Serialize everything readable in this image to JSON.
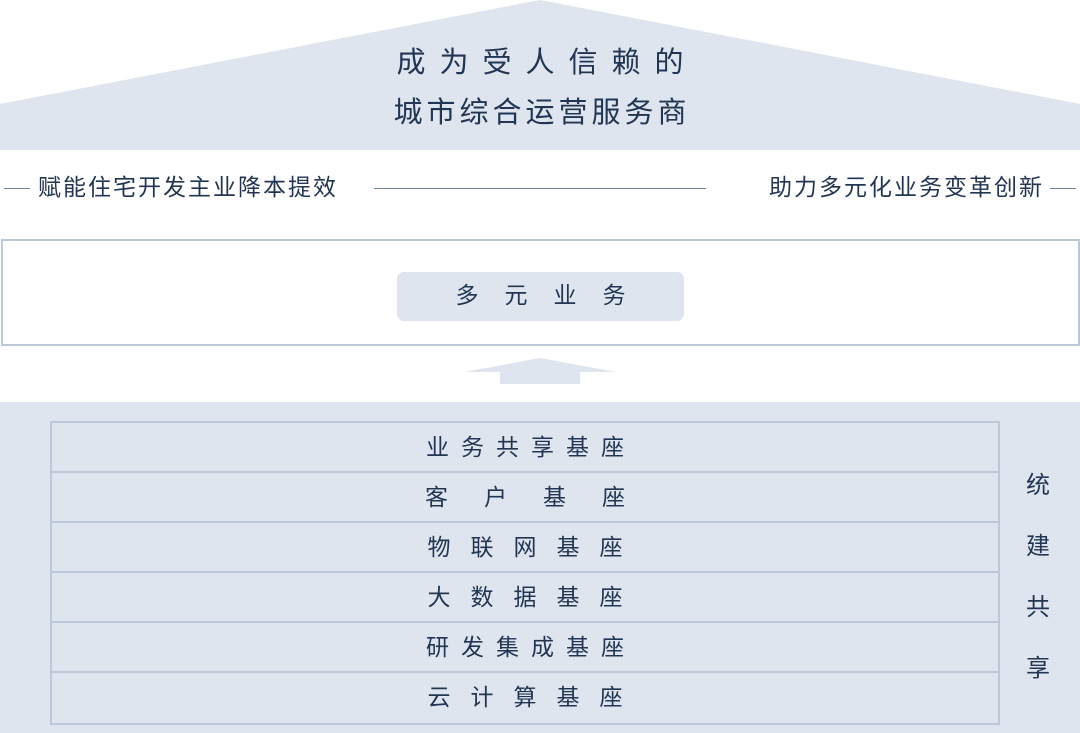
{
  "roof": {
    "line1": "成为受人信赖的",
    "line2": "城市综合运营服务商"
  },
  "slogans": {
    "left": "赋能住宅开发主业降本提效",
    "right": "助力多元化业务变革创新"
  },
  "business": {
    "label": "多元业务"
  },
  "bases": [
    "业务共享基座",
    "客户基座",
    "物联网基座",
    "大数据基座",
    "研发集成基座",
    "云计算基座"
  ],
  "side_label": [
    "统",
    "建",
    "共",
    "享"
  ],
  "colors": {
    "fill_light": "#dfe5ee",
    "border": "#bcc9da",
    "text": "#223654",
    "line": "#6f84a3"
  }
}
